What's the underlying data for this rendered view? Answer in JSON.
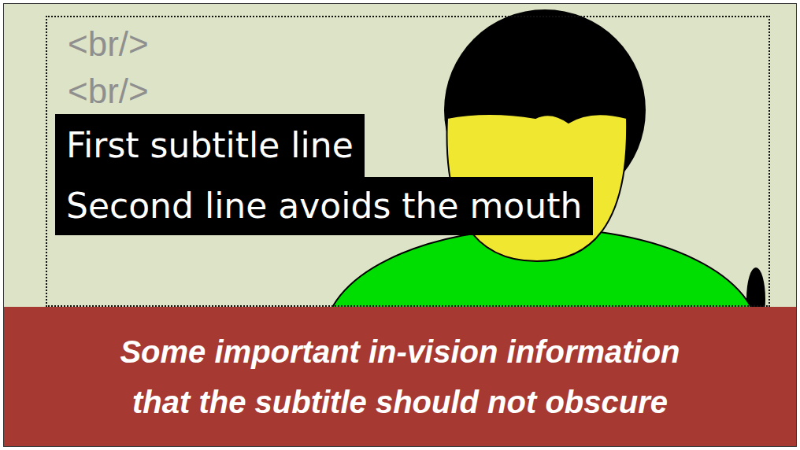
{
  "diagram": {
    "nodes": [
      {
        "text": [
          "<br/>",
          "<br/>"
        ]
      },
      {
        "text": [
          "First subtitle line"
        ],
        "in": 0
      },
      {
        "text": [
          "Second line avoids the mouth"
        ],
        "in": 0
      },
      {
        "text": [
          "Some important in-vision information that the subtitle should not obscure"
        ]
      }
    ]
  }
}
